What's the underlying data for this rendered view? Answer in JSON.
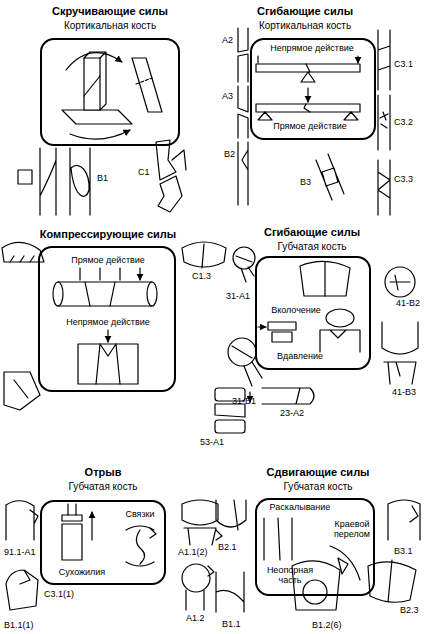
{
  "diagram": {
    "nodes": [
      {
        "text": [
          "Скручивающие силы",
          "Кортикальная кость"
        ]
      },
      {
        "text": [
          "Сгибающие силы",
          "Кортикальная кость",
          "Непрямое действие",
          "Прямое действие"
        ]
      },
      {
        "text": [
          "Компрессирующие силы",
          "Прямое действие",
          "Непрямое действие"
        ]
      },
      {
        "text": [
          "Сгибающие силы",
          "Губчатая кость",
          "Вколочение",
          "Вдавление"
        ]
      },
      {
        "text": [
          "Отрыв",
          "Губчатая кость",
          "Связки",
          "Сухожилия"
        ]
      },
      {
        "text": [
          "Сдвигающие силы",
          "Губчатая кость",
          "Раскалывание",
          "Краевой перелом",
          "Неопорная часть"
        ]
      }
    ],
    "labels": [
      "B1",
      "C1",
      "A2",
      "A3",
      "B2",
      "B3",
      "C3.1",
      "C3.2",
      "C3.3",
      "C1.3",
      "31-A1",
      "41-B2",
      "53-A1",
      "31-B1",
      "23-A2",
      "41-B3",
      "91.1-A1",
      "A1.1(2)",
      "B2.1",
      "B3.1",
      "C3.1(1)",
      "A1.2",
      "B1.1(1)",
      "B1.1",
      "B1.2(6)",
      "B2.3"
    ]
  }
}
